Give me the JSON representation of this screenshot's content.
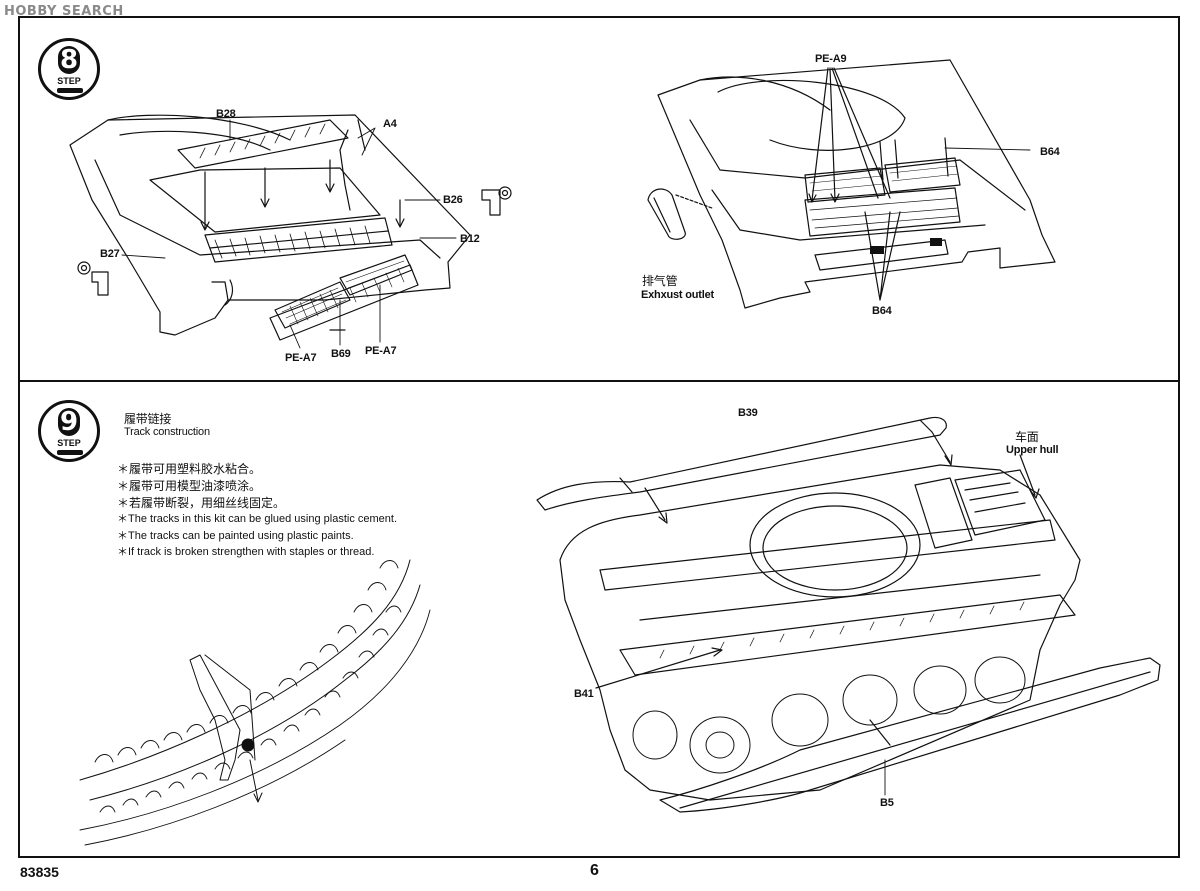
{
  "watermark": "HOBBY SEARCH",
  "step_upper": {
    "number": "8",
    "word": "STEP"
  },
  "step_lower": {
    "number": "9",
    "word": "STEP"
  },
  "upper_left_labels": {
    "b28": "B28",
    "a4": "A4",
    "b26": "B26",
    "b12": "B12",
    "b27": "B27",
    "pe_a7_left": "PE-A7",
    "b69": "B69",
    "pe_a7_right": "PE-A7"
  },
  "upper_right_labels": {
    "pe_a9": "PE-A9",
    "b64_top": "B64",
    "b64_bottom": "B64",
    "exhaust_cn": "排气管",
    "exhaust_en": "Exhxust outlet"
  },
  "track_heading": {
    "cn": "履带链接",
    "en": "Track construction"
  },
  "notes": [
    "＊履带可用塑料胶水粘合。",
    "＊履带可用模型油漆喷涂。",
    "＊若履带断裂，用细丝线固定。",
    "＊The tracks in this kit can be glued using plastic cement.",
    "＊The tracks can be painted using plastic paints.",
    "＊If track is broken strengthen with staples or thread."
  ],
  "lower_right_labels": {
    "b39": "B39",
    "upper_hull_cn": "车面",
    "upper_hull_en": "Upper hull",
    "b41": "B41",
    "b5": "B5"
  },
  "footer": {
    "code": "83835",
    "page": "6"
  }
}
